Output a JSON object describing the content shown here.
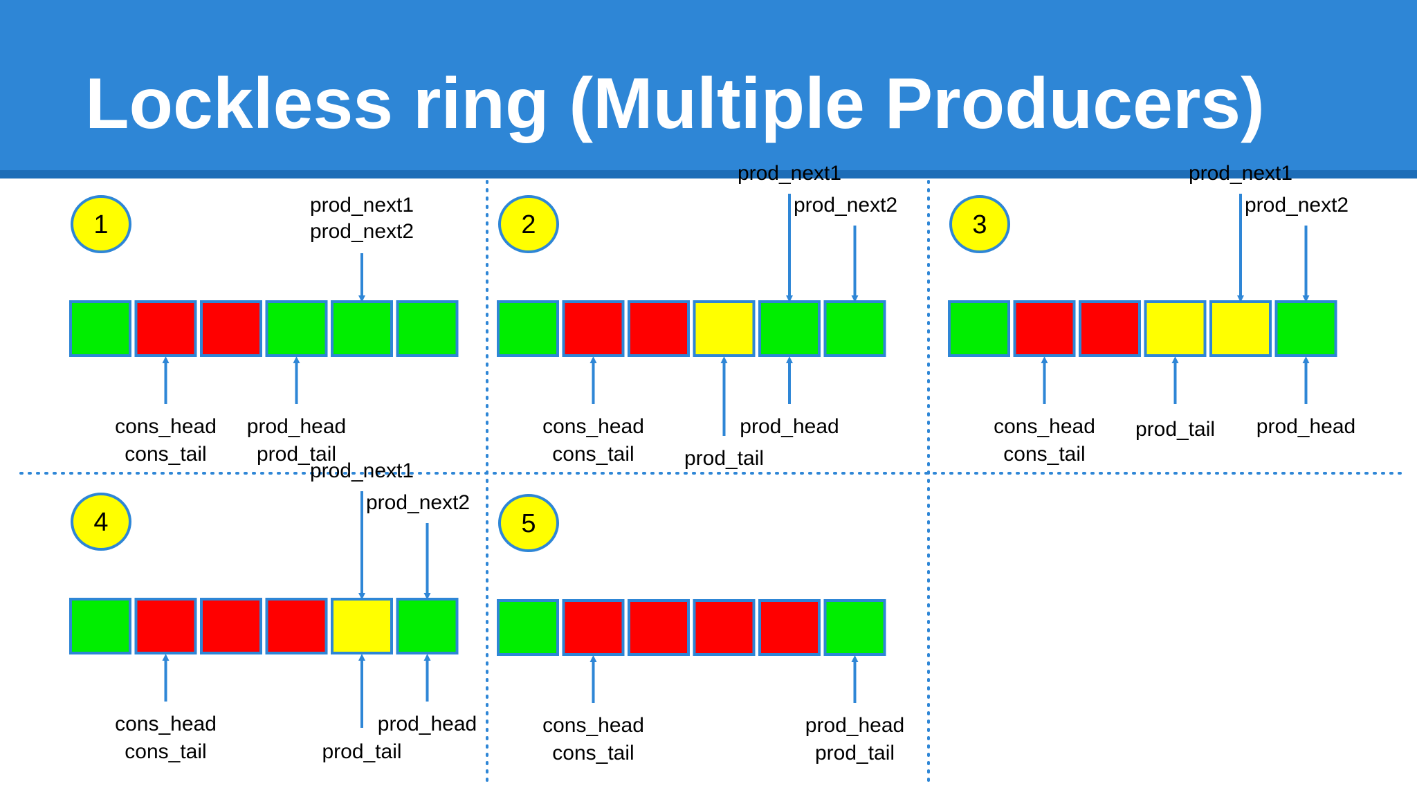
{
  "title": "Lockless ring (Multiple Producers)",
  "colors": {
    "header": "#2e86d6",
    "arrow": "#2e86d6",
    "cell_border": "#2e86d6",
    "green": "#00ee00",
    "red": "#ff0000",
    "yellow": "#ffff00",
    "badge_fill": "#ffff00",
    "badge_border": "#2e86d6",
    "divider": "#2e86d6"
  },
  "panels": [
    {
      "number": "1",
      "cells": [
        "green",
        "red",
        "red",
        "green",
        "green",
        "green"
      ],
      "top_labels": [
        {
          "text": "prod_next1",
          "slot": 4
        },
        {
          "text": "prod_next2",
          "slot": 4
        }
      ],
      "bottom_labels": [
        {
          "text": "cons_head",
          "slot": 1
        },
        {
          "text": "cons_tail",
          "slot": 1
        },
        {
          "text": "prod_head",
          "slot": 3
        },
        {
          "text": "prod_tail",
          "slot": 3
        }
      ]
    },
    {
      "number": "2",
      "cells": [
        "green",
        "red",
        "red",
        "yellow",
        "green",
        "green"
      ],
      "top_labels": [
        {
          "text": "prod_next1",
          "slot": 4
        },
        {
          "text": "prod_next2",
          "slot": 5
        }
      ],
      "bottom_labels": [
        {
          "text": "cons_head",
          "slot": 1
        },
        {
          "text": "cons_tail",
          "slot": 1
        },
        {
          "text": "prod_tail",
          "slot": 3
        },
        {
          "text": "prod_head",
          "slot": 4
        }
      ]
    },
    {
      "number": "3",
      "cells": [
        "green",
        "red",
        "red",
        "yellow",
        "yellow",
        "green"
      ],
      "top_labels": [
        {
          "text": "prod_next1",
          "slot": 4
        },
        {
          "text": "prod_next2",
          "slot": 5
        }
      ],
      "bottom_labels": [
        {
          "text": "cons_head",
          "slot": 1
        },
        {
          "text": "cons_tail",
          "slot": 1
        },
        {
          "text": "prod_tail",
          "slot": 3
        },
        {
          "text": "prod_head",
          "slot": 5
        }
      ]
    },
    {
      "number": "4",
      "cells": [
        "green",
        "red",
        "red",
        "red",
        "yellow",
        "green"
      ],
      "top_labels": [
        {
          "text": "prod_next1",
          "slot": 4
        },
        {
          "text": "prod_next2",
          "slot": 5
        }
      ],
      "bottom_labels": [
        {
          "text": "cons_head",
          "slot": 1
        },
        {
          "text": "cons_tail",
          "slot": 1
        },
        {
          "text": "prod_tail",
          "slot": 4
        },
        {
          "text": "prod_head",
          "slot": 5
        }
      ]
    },
    {
      "number": "5",
      "cells": [
        "green",
        "red",
        "red",
        "red",
        "red",
        "green"
      ],
      "top_labels": [],
      "bottom_labels": [
        {
          "text": "cons_head",
          "slot": 1
        },
        {
          "text": "cons_tail",
          "slot": 1
        },
        {
          "text": "prod_head",
          "slot": 5
        },
        {
          "text": "prod_tail",
          "slot": 5
        }
      ]
    }
  ]
}
